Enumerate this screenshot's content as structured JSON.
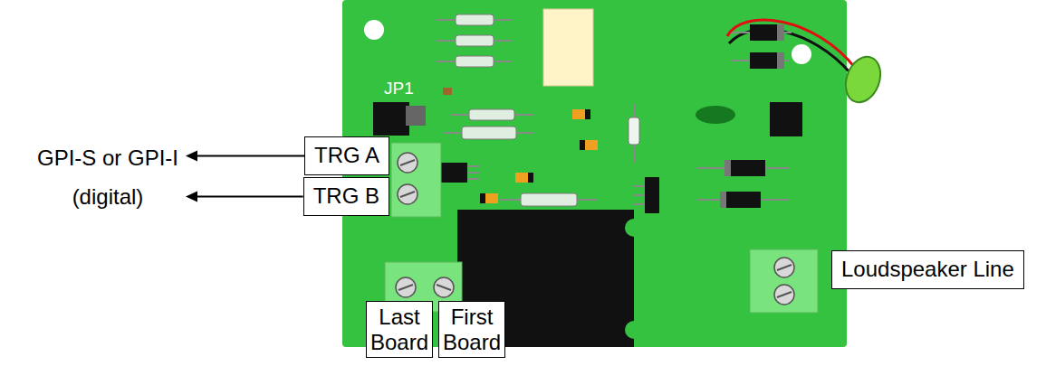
{
  "diagram": {
    "nodes": [
      {
        "text": [
          "TRG A"
        ]
      },
      {
        "text": [
          "TRG B"
        ]
      },
      {
        "text": [
          "Last Board"
        ]
      },
      {
        "text": [
          "First Board"
        ]
      },
      {
        "text": [
          "Loudspeaker Line"
        ]
      }
    ],
    "labels": [
      "GPI-S or GPI-I",
      "(digital)",
      "JP1"
    ]
  }
}
